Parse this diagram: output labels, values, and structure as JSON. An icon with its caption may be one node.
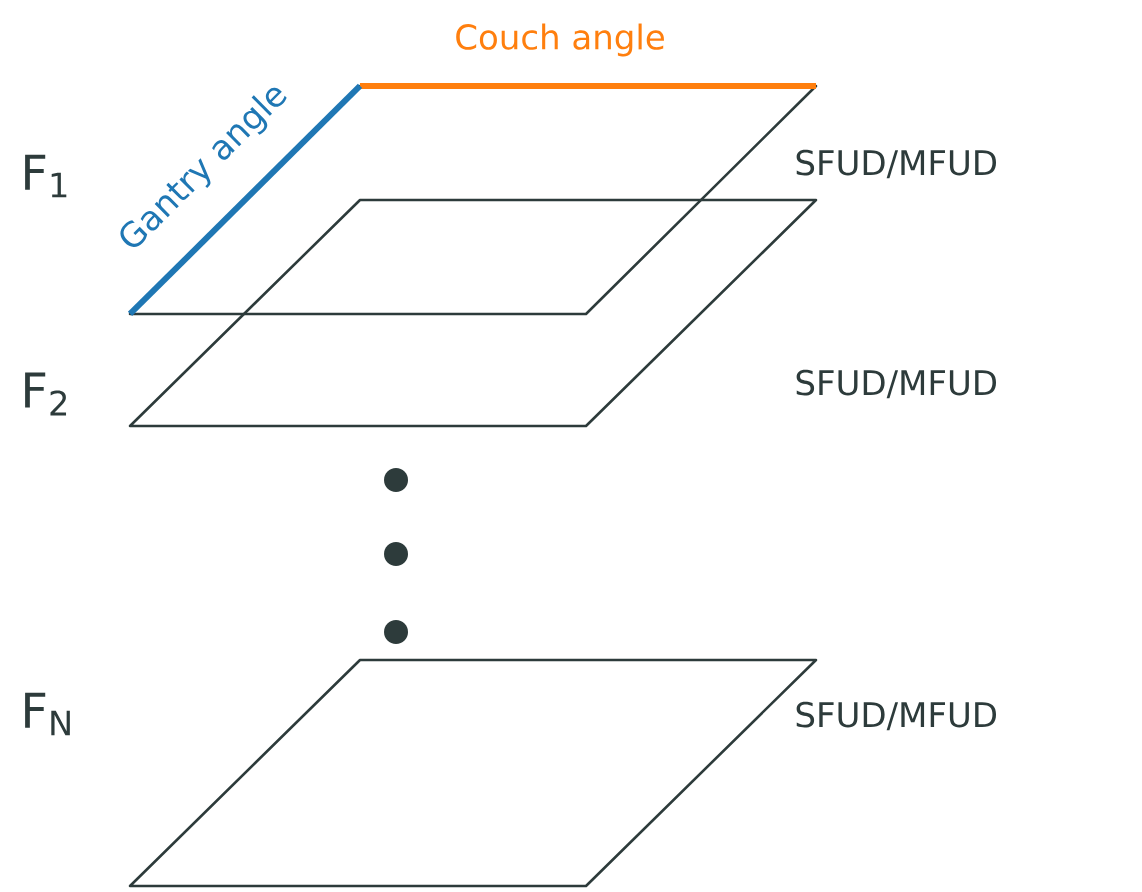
{
  "diagram": {
    "nodes": [
      {
        "text": [],
        "shape": "parallelogram",
        "beside": [
          "F$_{1}$",
          "SFUD/MFUD"
        ]
      },
      {
        "text": [],
        "shape": "parallelogram",
        "beside": [
          "F$_{2}$",
          "SFUD/MFUD"
        ]
      },
      {
        "text": [],
        "shape": "parallelogram",
        "beside": [
          "F$_{N}$",
          "SFUD/MFUD"
        ]
      }
    ],
    "labels": [
      "Couch angle",
      "Gantry angle"
    ]
  }
}
